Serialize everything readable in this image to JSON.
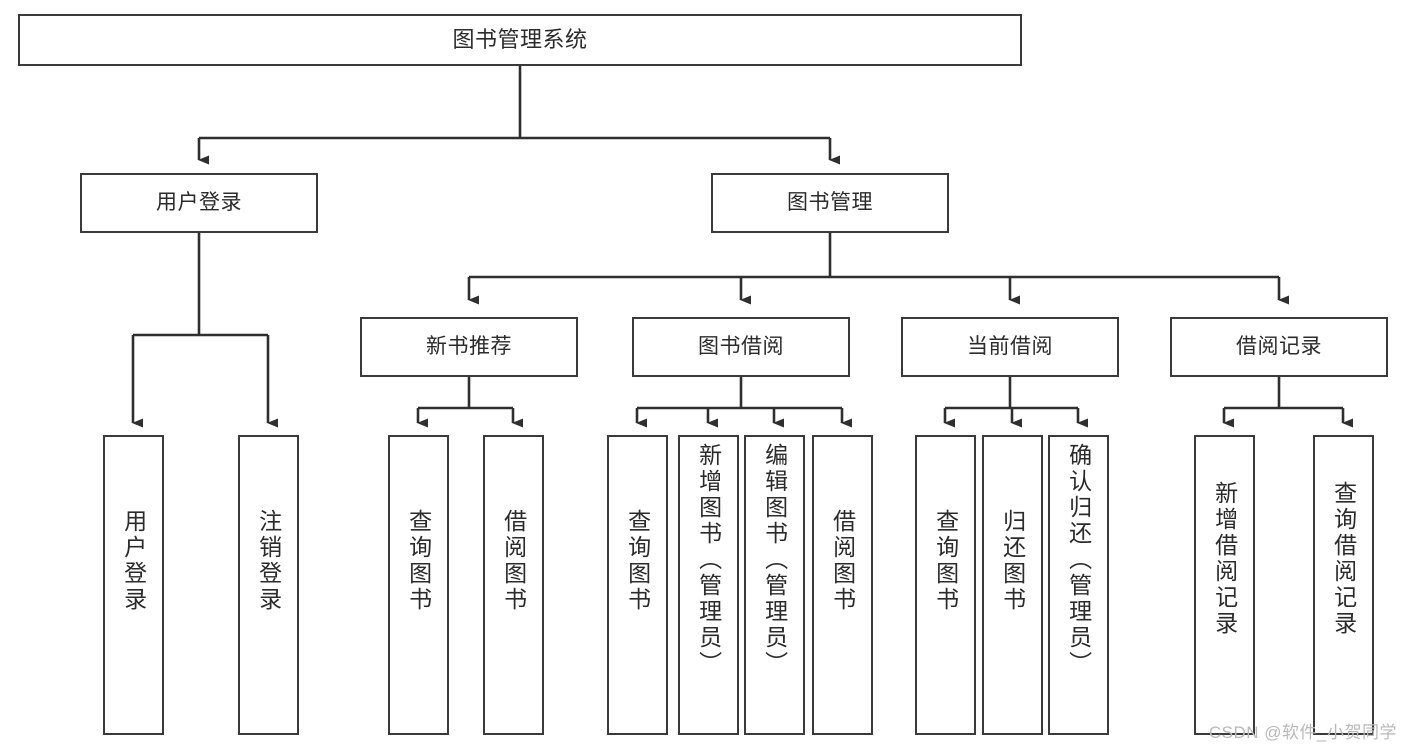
{
  "diagram": {
    "title": "图书管理系统",
    "type": "tree-hierarchy",
    "colors": {
      "node_border": "#3a3a3a",
      "node_fill": "#ffffff",
      "text": "#2b2b2b",
      "edge": "#2f2f2f",
      "background": "#ffffff",
      "watermark": "#b9b9b9"
    },
    "root": {
      "label": "图书管理系统"
    },
    "level1": [
      {
        "label": "用户登录"
      },
      {
        "label": "图书管理"
      }
    ],
    "level2": [
      {
        "label": "新书推荐"
      },
      {
        "label": "图书借阅"
      },
      {
        "label": "当前借阅"
      },
      {
        "label": "借阅记录"
      }
    ],
    "leaves": {
      "user_login": [
        {
          "label": "用户登录"
        },
        {
          "label": "注销登录"
        }
      ],
      "new_book_recommend": [
        {
          "label": "查询图书"
        },
        {
          "label": "借阅图书"
        }
      ],
      "book_borrow": [
        {
          "label": "查询图书"
        },
        {
          "label": "新增图书（管理员）"
        },
        {
          "label": "编辑图书（管理员）"
        },
        {
          "label": "借阅图书"
        }
      ],
      "current_borrow": [
        {
          "label": "查询图书"
        },
        {
          "label": "归还图书"
        },
        {
          "label": "确认归还（管理员）"
        }
      ],
      "borrow_records": [
        {
          "label": "新增借阅记录"
        },
        {
          "label": "查询借阅记录"
        }
      ]
    },
    "watermark": "CSDN @软件_小贺同学"
  }
}
